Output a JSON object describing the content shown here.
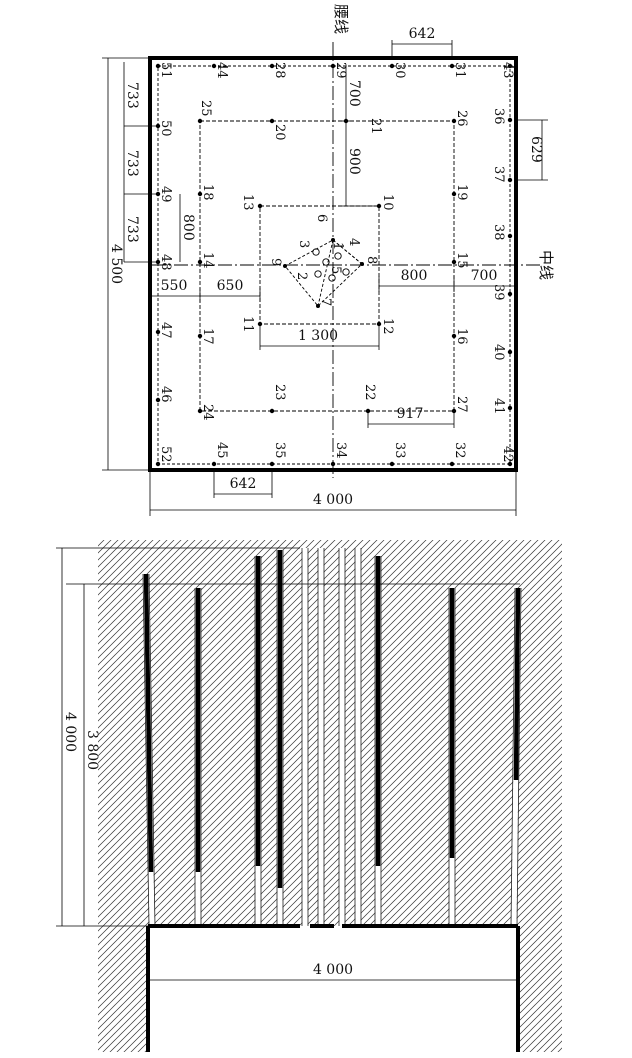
{
  "plan": {
    "axis_labels": {
      "tunnel_axis": "腰线",
      "center_line": "中线"
    },
    "dimensions": {
      "width": "4 000",
      "height": "4 500",
      "top_spacing": "642",
      "bottom_spacing": "642",
      "right_spacing": "629",
      "left_spacing_1": "733",
      "left_spacing_2": "733",
      "left_spacing_3": "733",
      "v_offset_700": "700",
      "v_offset_900": "900",
      "inner_800": "800",
      "center_800": "800",
      "center_700": "700",
      "left_550": "550",
      "left_650": "650",
      "cut_1300": "1 300",
      "bottom_917": "917"
    },
    "holes": {
      "h1": "1",
      "h2": "2",
      "h3": "3",
      "h4": "4",
      "h5": "5",
      "h6": "6",
      "h7": "7",
      "h8": "8",
      "h9": "9",
      "h10": "10",
      "h11": "11",
      "h12": "12",
      "h13": "13",
      "h14": "14",
      "h15": "15",
      "h16": "16",
      "h17": "17",
      "h18": "18",
      "h19": "19",
      "h20": "20",
      "h21": "21",
      "h22": "22",
      "h23": "23",
      "h24": "24",
      "h25": "25",
      "h26": "26",
      "h27": "27",
      "h28": "28",
      "h29": "29",
      "h30": "30",
      "h31": "31",
      "h32": "32",
      "h33": "33",
      "h34": "34",
      "h35": "35",
      "h36": "36",
      "h37": "37",
      "h38": "38",
      "h39": "39",
      "h40": "40",
      "h41": "41",
      "h42": "42",
      "h43": "43",
      "h44": "44",
      "h45": "45",
      "h46": "46",
      "h47": "47",
      "h48": "48",
      "h49": "49",
      "h50": "50",
      "h51": "51",
      "h52": "52"
    }
  },
  "section": {
    "dimensions": {
      "hole_depth": "3 800",
      "total_depth": "4 000",
      "width": "4 000"
    }
  }
}
